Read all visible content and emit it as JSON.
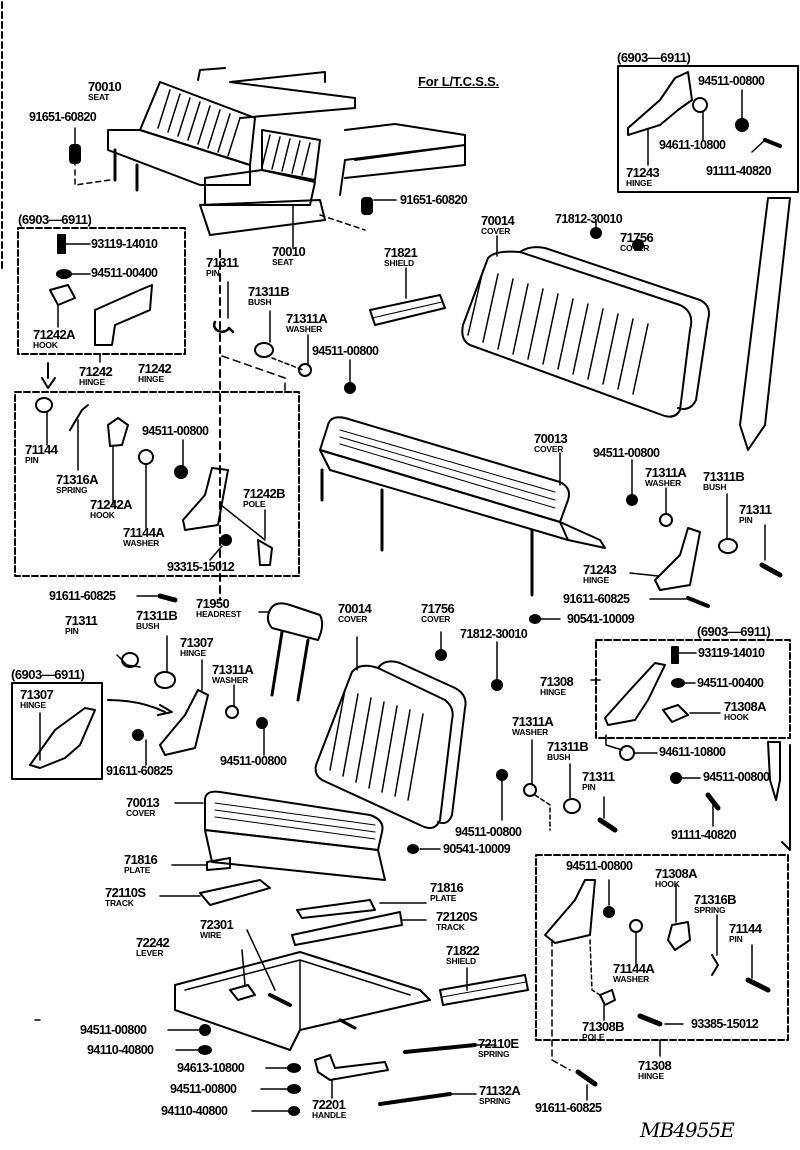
{
  "diagram": {
    "title": "For L/T.C.S.S.",
    "catalog_code": "MB4955E",
    "range_label": "(6903—6911)",
    "callouts": {
      "seat_left": {
        "number": "70010",
        "name": "SEAT"
      },
      "bolt_left_top": {
        "number": "91651-60820"
      },
      "seat_center": {
        "number": "70010",
        "name": "SEAT"
      },
      "bolt_center": {
        "number": "91651-60820"
      },
      "box1_bolt": {
        "number": "93119-14010"
      },
      "box1_nut": {
        "number": "94511-00400"
      },
      "box1_hook": {
        "number": "71242A",
        "name": "HOOK"
      },
      "hinge_71242_a": {
        "number": "71242",
        "name": "HINGE"
      },
      "hinge_71242_b": {
        "number": "71242",
        "name": "HINGE"
      },
      "pin_71311_top": {
        "number": "71311",
        "name": "PIN"
      },
      "bush_71311b_top": {
        "number": "71311B",
        "name": "BUSH"
      },
      "washer_71311a_top": {
        "number": "71311A",
        "name": "WASHER"
      },
      "nut_94511_top": {
        "number": "94511-00800"
      },
      "shield_71821": {
        "number": "71821",
        "name": "SHIELD"
      },
      "cover_70014_top": {
        "number": "70014",
        "name": "COVER"
      },
      "part_71812_top": {
        "number": "71812-30010"
      },
      "cover_71756_top": {
        "number": "71756",
        "name": "COVER"
      },
      "tr_box_nut": {
        "number": "94511-00800"
      },
      "tr_box_washer": {
        "number": "94611-10800"
      },
      "tr_box_bolt": {
        "number": "91111-40820"
      },
      "tr_box_hinge": {
        "number": "71243",
        "name": "HINGE"
      },
      "box2_pin": {
        "number": "71144",
        "name": "PIN"
      },
      "box2_spring": {
        "number": "71316A",
        "name": "SPRING"
      },
      "box2_hook": {
        "number": "71242A",
        "name": "HOOK"
      },
      "box2_washer": {
        "number": "71144A",
        "name": "WASHER"
      },
      "box2_nut": {
        "number": "94511-00800"
      },
      "box2_pole": {
        "number": "71242B",
        "name": "POLE"
      },
      "box2_screw": {
        "number": "93315-15012"
      },
      "bolt_91611_left": {
        "number": "91611-60825"
      },
      "cover_70013_mid": {
        "number": "70013",
        "name": "COVER"
      },
      "mid_nut": {
        "number": "94511-00800"
      },
      "mid_washer": {
        "number": "71311A",
        "name": "WASHER"
      },
      "mid_bush": {
        "number": "71311B",
        "name": "BUSH"
      },
      "mid_pin": {
        "number": "71311",
        "name": "PIN"
      },
      "mid_hinge": {
        "number": "71243",
        "name": "HINGE"
      },
      "mid_bolt": {
        "number": "91611-60825"
      },
      "mid_part_90541": {
        "number": "90541-10009"
      },
      "headrest": {
        "number": "71950",
        "name": "HEADREST"
      },
      "pin_71311_lower": {
        "number": "71311",
        "name": "PIN"
      },
      "bush_71311b_lower": {
        "number": "71311B",
        "name": "BUSH"
      },
      "hinge_71307": {
        "number": "71307",
        "name": "HINGE"
      },
      "washer_71311a_lower": {
        "number": "71311A",
        "name": "WASHER"
      },
      "box3_hinge": {
        "number": "71307",
        "name": "HINGE"
      },
      "bolt_91611_lower": {
        "number": "91611-60825"
      },
      "nut_94511_lower": {
        "number": "94511-00800"
      },
      "cover_70014_lower": {
        "number": "70014",
        "name": "COVER"
      },
      "cover_71756_lower": {
        "number": "71756",
        "name": "COVER"
      },
      "part_71812_lower": {
        "number": "71812-30010"
      },
      "box4_hinge": {
        "number": "71308",
        "name": "HINGE"
      },
      "box4_bolt": {
        "number": "93119-14010"
      },
      "box4_nut": {
        "number": "94511-00400"
      },
      "box4_hook": {
        "number": "71308A",
        "name": "HOOK"
      },
      "rl_washer": {
        "number": "71311A",
        "name": "WASHER"
      },
      "rl_bush": {
        "number": "71311B",
        "name": "BUSH"
      },
      "rl_washer_94611": {
        "number": "94611-10800"
      },
      "rl_pin": {
        "number": "71311",
        "name": "PIN"
      },
      "rl_nut": {
        "number": "94511-00800"
      },
      "rl_bolt": {
        "number": "91111-40820"
      },
      "rl_nut_center": {
        "number": "94511-00800"
      },
      "rl_part_90541": {
        "number": "90541-10009"
      },
      "cover_70013_lower": {
        "number": "70013",
        "name": "COVER"
      },
      "plate_71816_left": {
        "number": "71816",
        "name": "PLATE"
      },
      "track_72110s": {
        "number": "72110S",
        "name": "TRACK"
      },
      "plate_71816_right": {
        "number": "71816",
        "name": "PLATE"
      },
      "track_72120s": {
        "number": "72120S",
        "name": "TRACK"
      },
      "wire_72301": {
        "number": "72301",
        "name": "WIRE"
      },
      "lever_72242": {
        "number": "72242",
        "name": "LEVER"
      },
      "shield_71822": {
        "number": "71822",
        "name": "SHIELD"
      },
      "box5_nut": {
        "number": "94511-00800"
      },
      "box5_hook": {
        "number": "71308A",
        "name": "HOOK"
      },
      "box5_spring": {
        "number": "71316B",
        "name": "SPRING"
      },
      "box5_pin": {
        "number": "71144",
        "name": "PIN"
      },
      "box5_washer": {
        "number": "71144A",
        "name": "WASHER"
      },
      "box5_pole": {
        "number": "71308B",
        "name": "POLE"
      },
      "box5_screw": {
        "number": "93385-15012"
      },
      "hinge_71308_bottom": {
        "number": "71308",
        "name": "HINGE"
      },
      "spring_72110e": {
        "number": "72110E",
        "name": "SPRING"
      },
      "spring_71132a": {
        "number": "71132A",
        "name": "SPRING"
      },
      "bolt_91611_bottom": {
        "number": "91611-60825"
      },
      "handle_72201": {
        "number": "72201",
        "name": "HANDLE"
      },
      "bl_nut_1": {
        "number": "94511-00800"
      },
      "bl_washer_1": {
        "number": "94110-40800"
      },
      "bl_washer_94613": {
        "number": "94613-10800"
      },
      "bl_nut_2": {
        "number": "94511-00800"
      },
      "bl_washer_2": {
        "number": "94110-40800"
      }
    }
  }
}
